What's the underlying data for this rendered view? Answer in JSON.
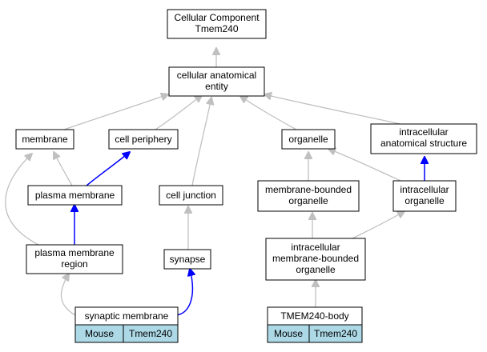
{
  "nodes": {
    "root": {
      "lines": [
        "Cellular Component",
        "Tmem240"
      ]
    },
    "cae": {
      "lines": [
        "cellular anatomical",
        "entity"
      ]
    },
    "membrane": {
      "lines": [
        "membrane"
      ]
    },
    "cell_periphery": {
      "lines": [
        "cell periphery"
      ]
    },
    "organelle": {
      "lines": [
        "organelle"
      ]
    },
    "ias": {
      "lines": [
        "intracellular",
        "anatomical structure"
      ]
    },
    "plasma_membrane": {
      "lines": [
        "plasma membrane"
      ]
    },
    "cell_junction": {
      "lines": [
        "cell junction"
      ]
    },
    "mbo": {
      "lines": [
        "membrane-bounded",
        "organelle"
      ]
    },
    "intra_org": {
      "lines": [
        "intracellular",
        "organelle"
      ]
    },
    "pmr": {
      "lines": [
        "plasma membrane",
        "region"
      ]
    },
    "synapse": {
      "lines": [
        "synapse"
      ]
    },
    "imbo": {
      "lines": [
        "intracellular",
        "membrane-bounded",
        "organelle"
      ]
    },
    "syn_mem": {
      "lines": [
        "synaptic membrane"
      ],
      "species": "Mouse",
      "gene": "Tmem240"
    },
    "tmem_body": {
      "lines": [
        "TMEM240-body"
      ],
      "species": "Mouse",
      "gene": "Tmem240"
    }
  },
  "edge_colors": {
    "is_a": "#c0c0c0",
    "part_of": "#0000ff",
    "annotation_fill": "#add8e6"
  }
}
